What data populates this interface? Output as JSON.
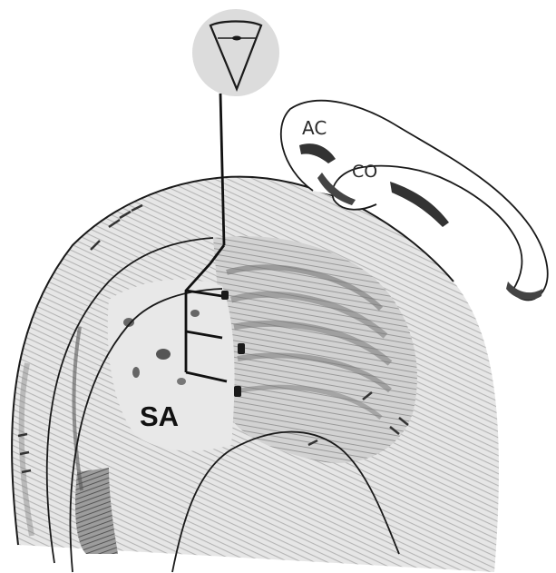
{
  "labels": {
    "ac": "AC",
    "co": "CO",
    "sa": "SA"
  },
  "colors": {
    "ink": "#1a1a1a",
    "shade": "#8f8f8f",
    "light_shade": "#c8c8c8",
    "transducer_bg": "#dcdcdc"
  },
  "icons": {
    "transducer": "ultrasound-probe-icon"
  }
}
